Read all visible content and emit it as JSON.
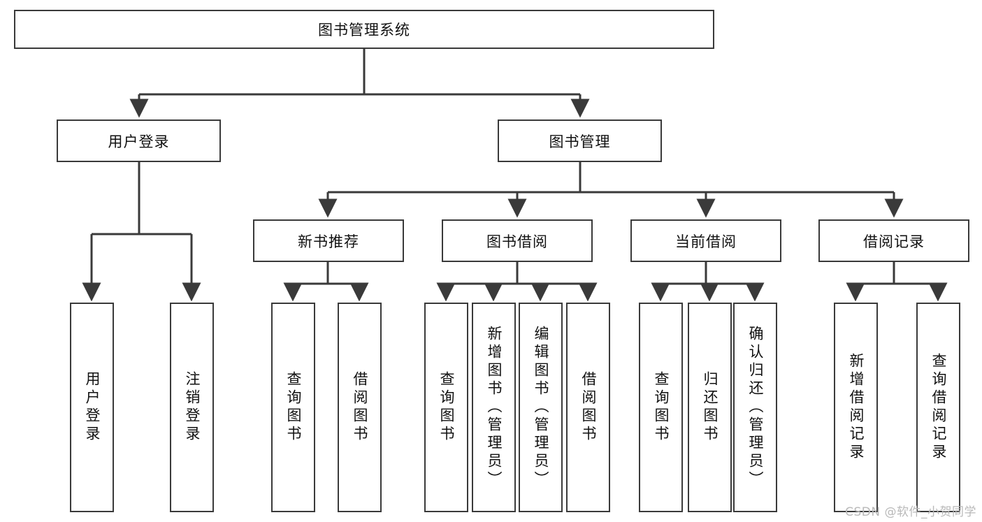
{
  "diagram": {
    "type": "hierarchy-tree",
    "title": "图书管理系统",
    "colors": {
      "background": "#ffffff",
      "border": "#3a3a3a",
      "line": "#3a3a3a",
      "text": "#111111",
      "watermark": "#b9b9b9"
    },
    "root": {
      "label": "图书管理系统",
      "orientation": "horizontal"
    },
    "level2": [
      {
        "label": "用户登录",
        "orientation": "horizontal"
      },
      {
        "label": "图书管理",
        "orientation": "horizontal"
      }
    ],
    "level3": [
      {
        "label": "新书推荐",
        "orientation": "horizontal"
      },
      {
        "label": "图书借阅",
        "orientation": "horizontal"
      },
      {
        "label": "当前借阅",
        "orientation": "horizontal"
      },
      {
        "label": "借阅记录",
        "orientation": "horizontal"
      }
    ],
    "leaves": {
      "user_login": [
        {
          "label": "用户登录",
          "orientation": "vertical"
        },
        {
          "label": "注销登录",
          "orientation": "vertical"
        }
      ],
      "new_book_recommend": [
        {
          "label": "查询图书",
          "orientation": "vertical"
        },
        {
          "label": "借阅图书",
          "orientation": "vertical"
        }
      ],
      "book_borrow": [
        {
          "label": "查询图书",
          "orientation": "vertical"
        },
        {
          "label": "新增图书（管理员）",
          "orientation": "vertical"
        },
        {
          "label": "编辑图书（管理员）",
          "orientation": "vertical"
        },
        {
          "label": "借阅图书",
          "orientation": "vertical"
        }
      ],
      "current_borrow": [
        {
          "label": "查询图书",
          "orientation": "vertical"
        },
        {
          "label": "归还图书",
          "orientation": "vertical"
        },
        {
          "label": "确认归还（管理员）",
          "orientation": "vertical"
        }
      ],
      "borrow_record": [
        {
          "label": "新增借阅记录",
          "orientation": "vertical"
        },
        {
          "label": "查询借阅记录",
          "orientation": "vertical"
        }
      ]
    }
  },
  "watermark": {
    "text": "CSDN @软件_小贺同学"
  }
}
